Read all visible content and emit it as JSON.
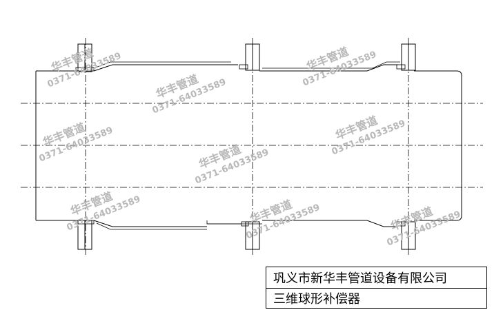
{
  "title_block": {
    "company": "巩义市新华丰管道设备有限公司",
    "product": "三维球形补偿器"
  },
  "watermark": {
    "brand": "华丰管道",
    "phone": "0371-64033589"
  },
  "colors": {
    "line": "#000000",
    "watermark": "#b8b8b8",
    "background": "#ffffff"
  }
}
